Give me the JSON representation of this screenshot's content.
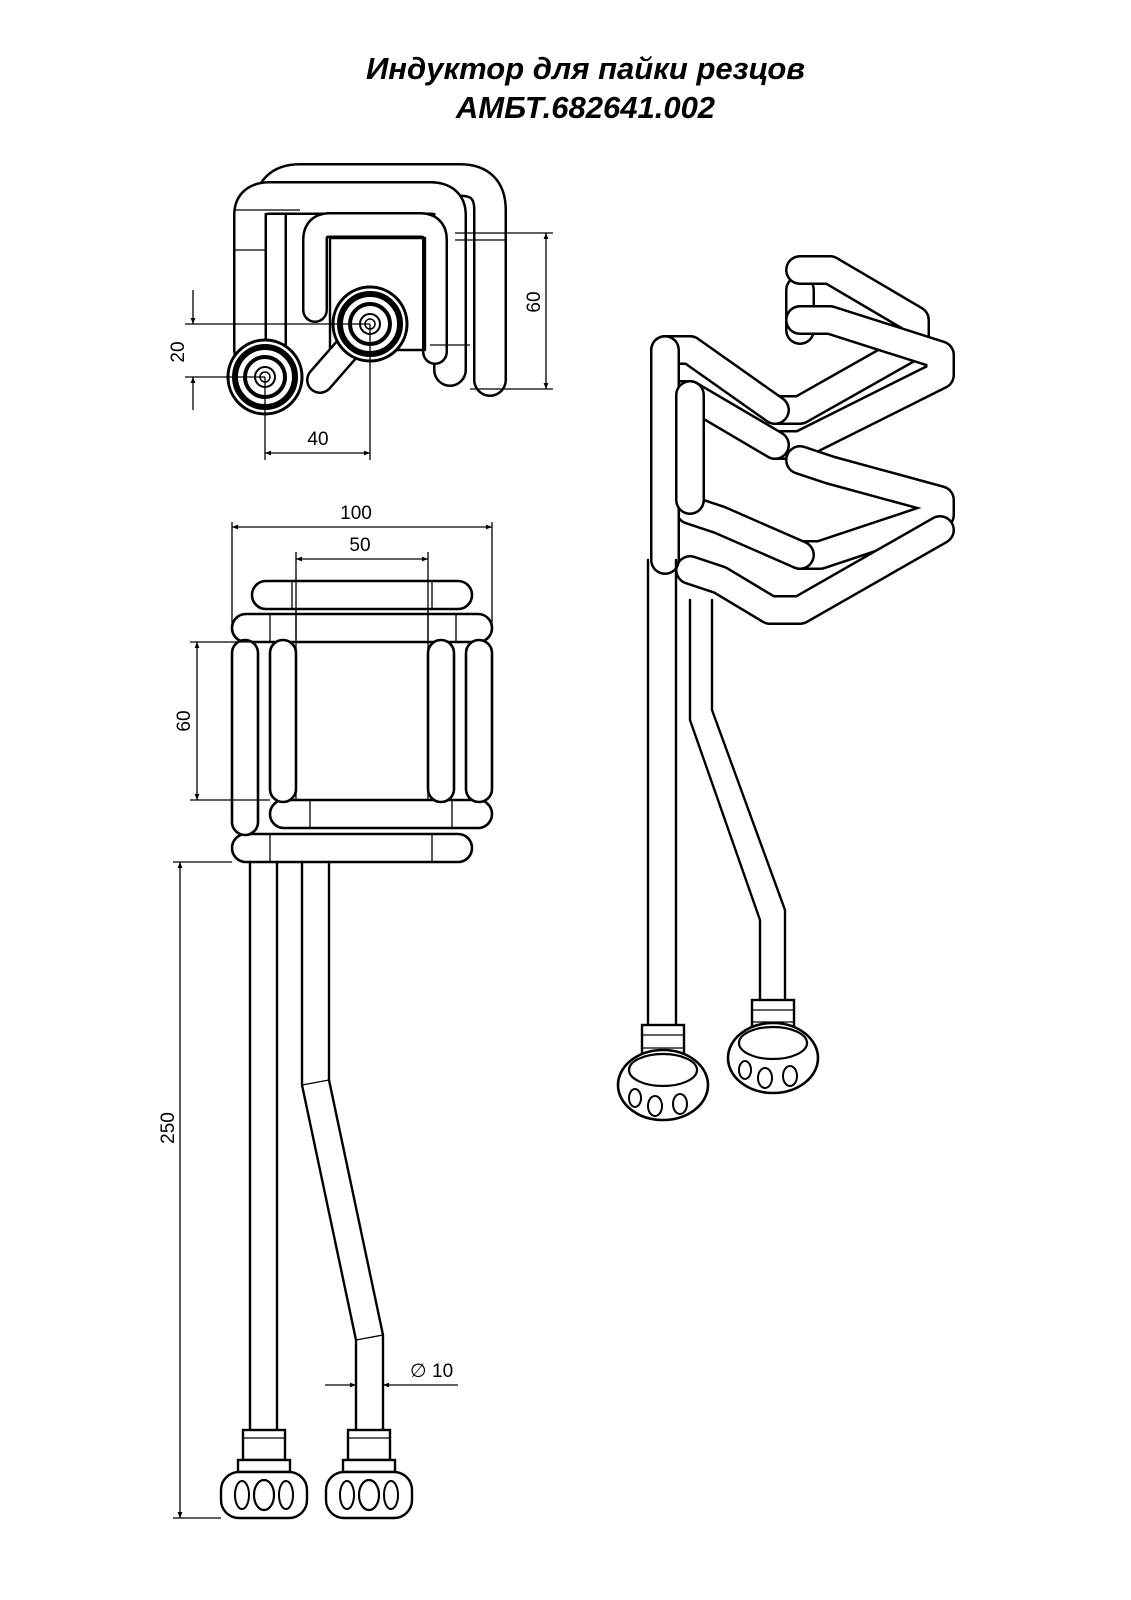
{
  "title": {
    "line1": "Индуктор для пайки резцов",
    "line2": "АМБТ.682641.002"
  },
  "top_view": {
    "dims": {
      "height": "60",
      "offset": "20",
      "spacing": "40"
    }
  },
  "front_view": {
    "dims": {
      "outer_width": "100",
      "inner_width": "50",
      "inner_height": "60",
      "length": "250",
      "diameter": "10"
    },
    "diameter_symbol": "∅"
  }
}
